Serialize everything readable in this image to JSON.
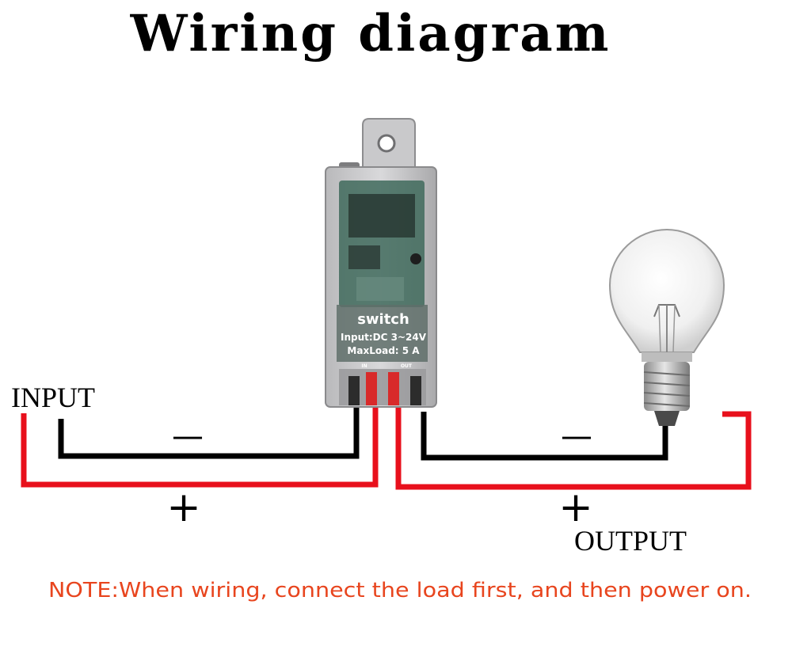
{
  "title": "Wiring diagram",
  "device": {
    "name": "switch",
    "input_spec": "Input:DC 3~24V",
    "max_load": "MaxLoad: 5 A",
    "in_label": "IN",
    "out_label": "OUT"
  },
  "labels": {
    "input": "INPUT",
    "output": "OUTPUT",
    "minus": "—",
    "plus": "+"
  },
  "note": "NOTE:When wiring, connect the load first, and then power on.",
  "colors": {
    "positive_wire": "#e8101c",
    "negative_wire": "#000000",
    "note_text": "#e8451e"
  }
}
